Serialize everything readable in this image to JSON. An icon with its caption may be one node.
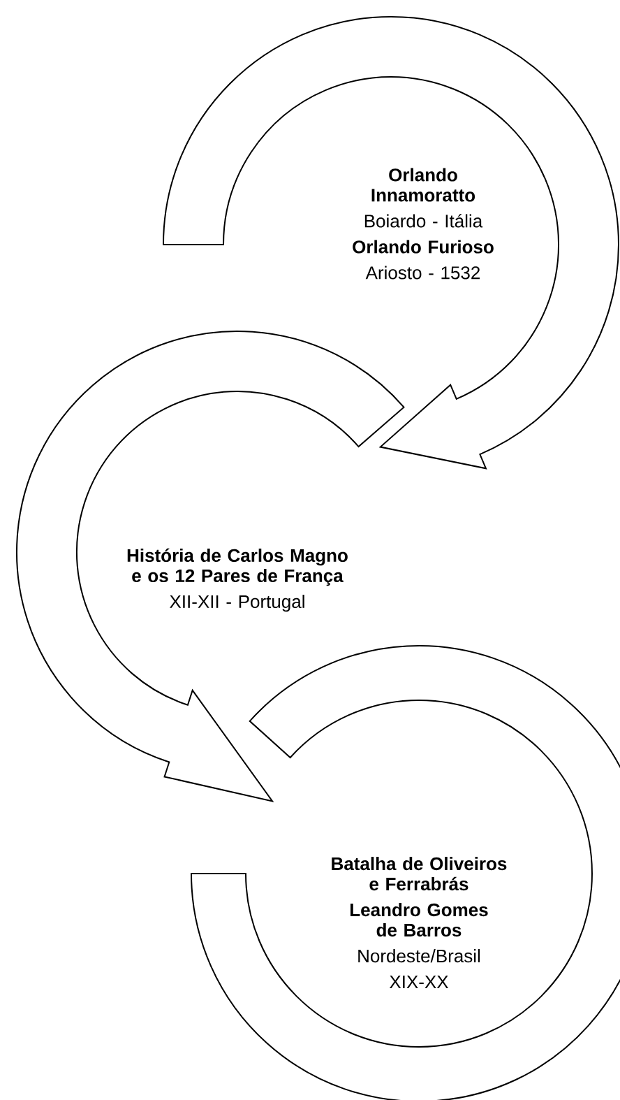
{
  "diagram": {
    "nodes": [
      {
        "text": [
          "Orlando Innamoratto",
          "Boiardo - Itália",
          "Orlando Furioso",
          "Ariosto - 1532"
        ]
      },
      {
        "text": [
          "História de Carlos Magno e os 12 Pares de França",
          "XII-XII - Portugal"
        ]
      },
      {
        "text": [
          "Batalha de Oliveiros e Ferrabrás",
          "Leandro Gomes de Barros",
          "Nordeste/Brasil",
          "XIX-XX"
        ]
      }
    ]
  }
}
